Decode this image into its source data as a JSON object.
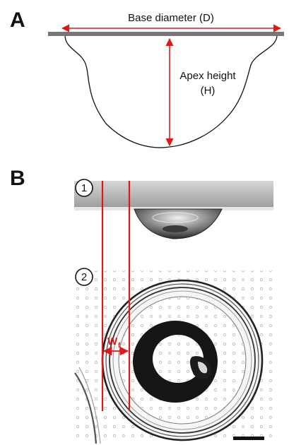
{
  "panel_a": {
    "letter": "A",
    "base_label": "Base diameter (D)",
    "height_label_line1": "Apex height",
    "height_label_line2": "(H)"
  },
  "panel_b": {
    "letter": "B",
    "step1": "1",
    "step2": "2",
    "width_label": "W",
    "width_subscript": "f"
  },
  "colors": {
    "annotation_red": "#e01818",
    "outline": "#111111",
    "surface_gray": "#777777"
  }
}
